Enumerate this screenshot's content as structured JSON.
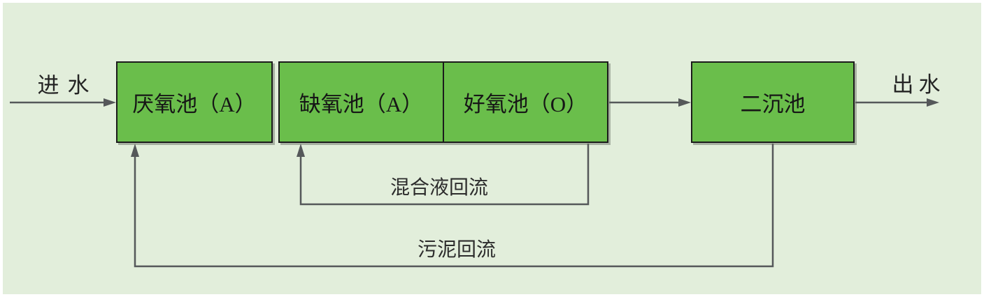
{
  "diagram": {
    "type": "process-flow",
    "process_boxes": [
      {
        "id": "anaerobic-tank",
        "label": "厌氧池（A）"
      },
      {
        "id": "anoxic-tank",
        "label": "缺氧池（A）"
      },
      {
        "id": "aerobic-tank",
        "label": "好氧池（O）"
      },
      {
        "id": "secondary-clarifier",
        "label": "二沉池"
      }
    ],
    "flow_labels": {
      "influent": "进水",
      "effluent": "出水"
    },
    "recycle_labels": {
      "mixed_liquor_return": "混合液回流",
      "sludge_return": "污泥回流"
    },
    "colors": {
      "background": "#e2eedb",
      "frame": "#ffffff",
      "box_fill": "#6abe4b",
      "box_border": "#1b1b1b",
      "connector_line": "#55585a",
      "text": "#1b1b1b"
    }
  }
}
